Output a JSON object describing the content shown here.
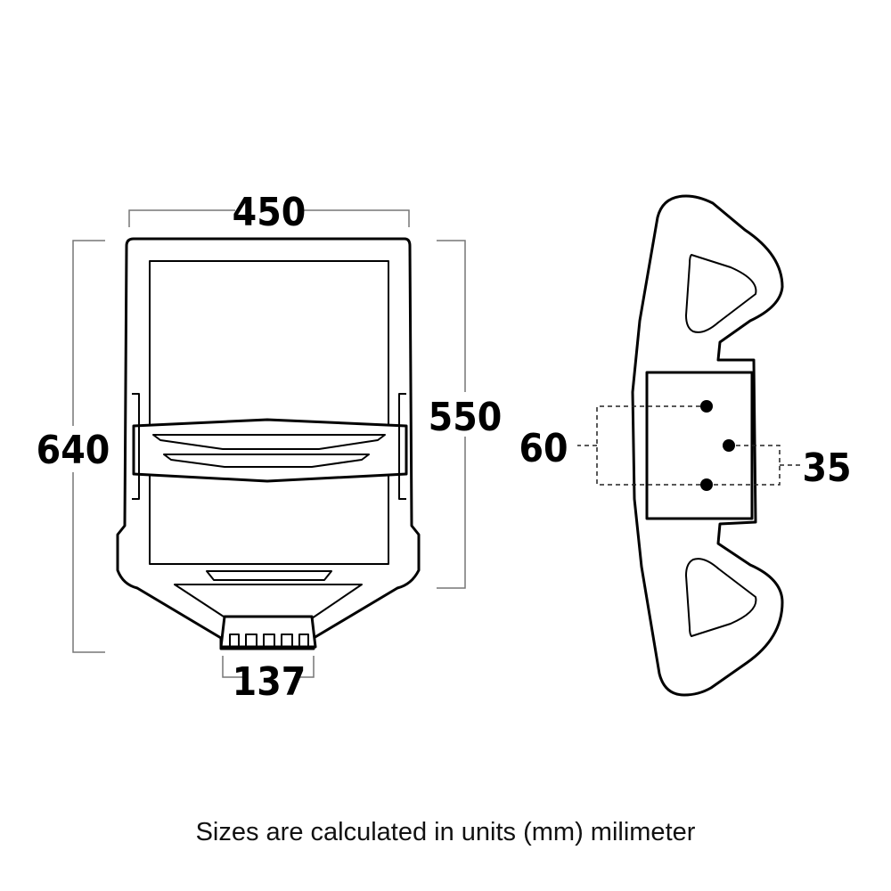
{
  "dimensions": {
    "width": "450",
    "height_total": "640",
    "height_back": "550",
    "bracket_width": "137",
    "mount_vertical": "60",
    "mount_horizontal": "35"
  },
  "caption": "Sizes are calculated in units (mm) milimeter"
}
